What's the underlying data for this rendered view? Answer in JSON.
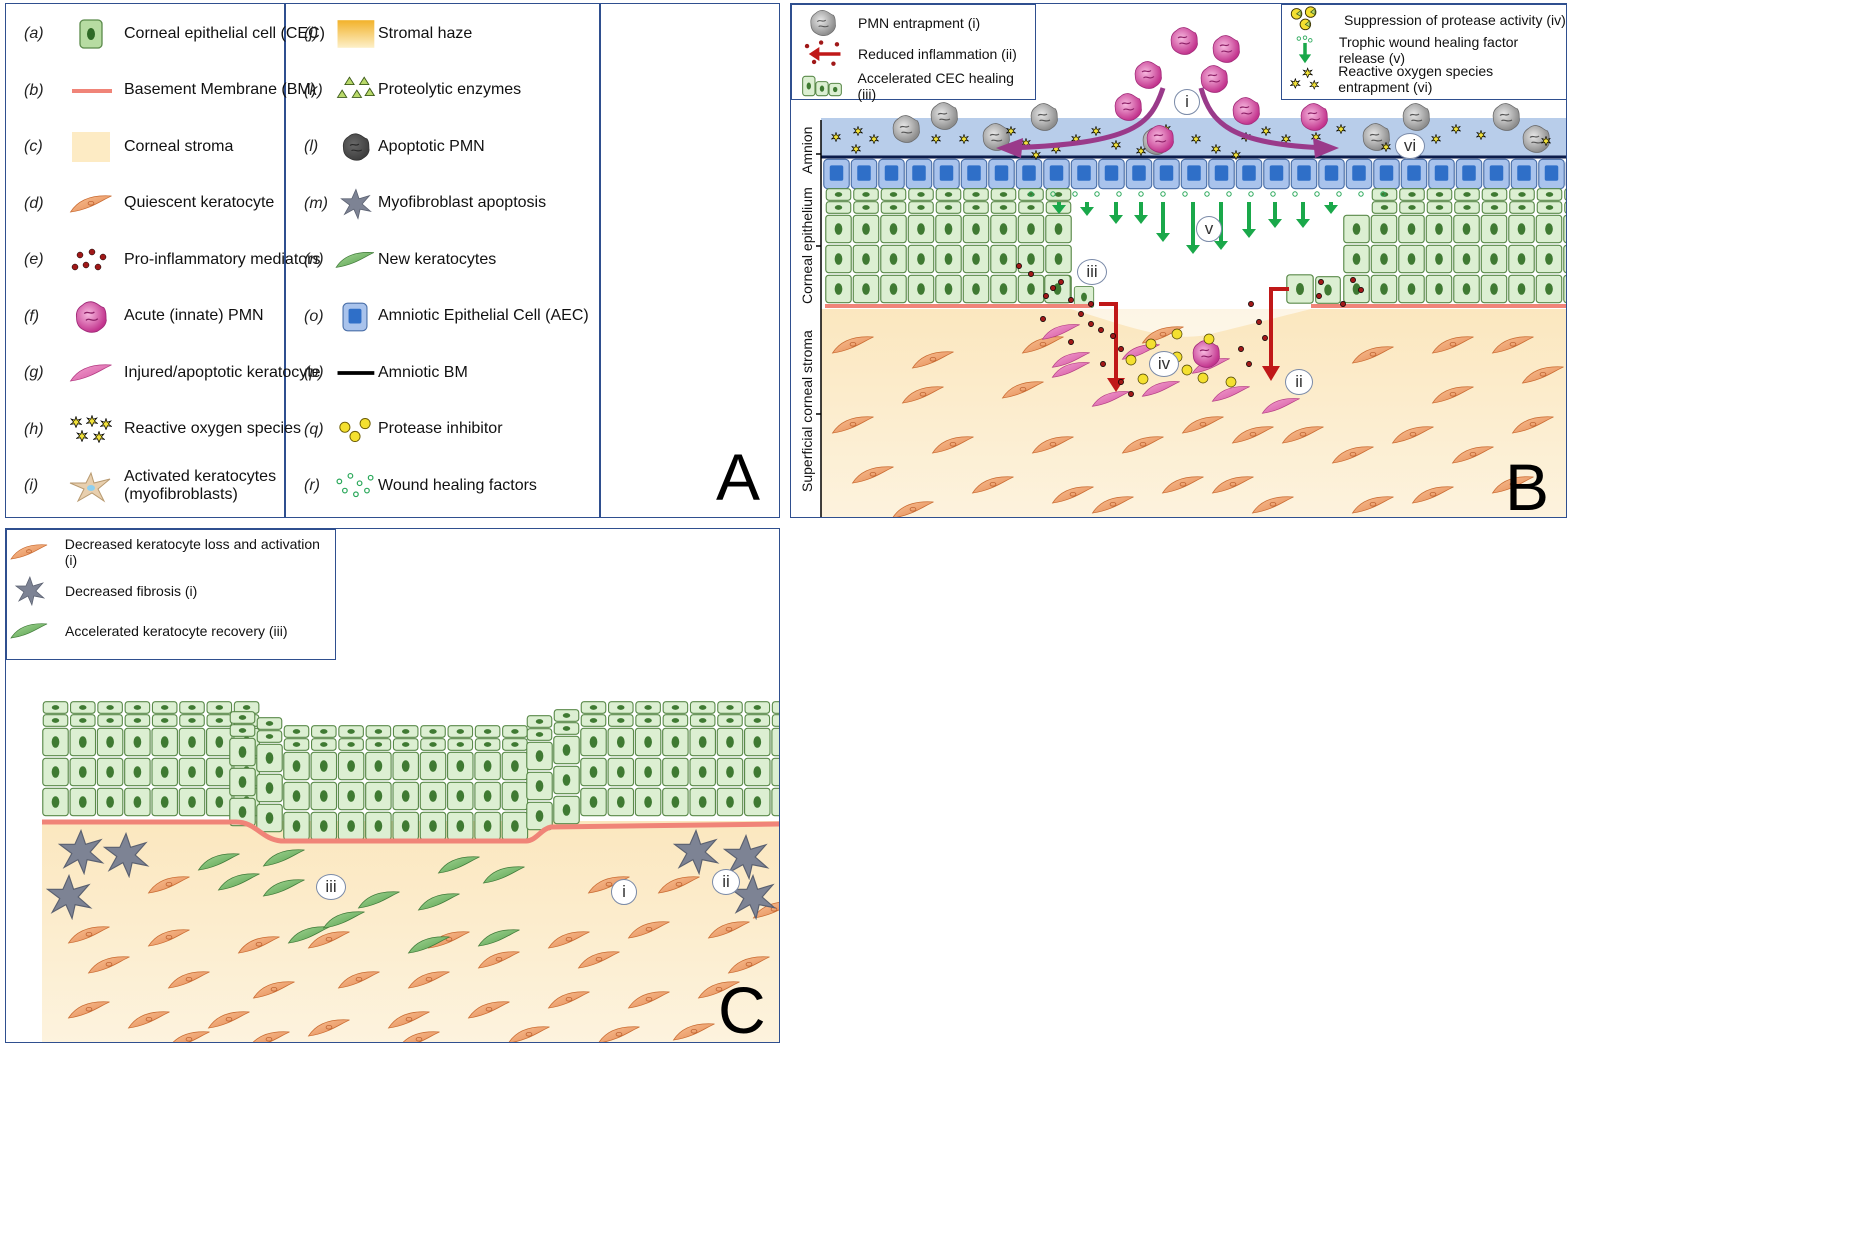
{
  "panel_a": {
    "letter": "A",
    "legend_left": [
      {
        "letter": "(a)",
        "label": "Corneal epithelial cell (CEC)",
        "icon": "cec-icon"
      },
      {
        "letter": "(b)",
        "label": "Basement Membrane (BM)",
        "icon": "bm-line-icon"
      },
      {
        "letter": "(c)",
        "label": "Corneal stroma",
        "icon": "stroma-swatch-icon"
      },
      {
        "letter": "(d)",
        "label": "Quiescent keratocyte",
        "icon": "quiescent-keratocyte-icon"
      },
      {
        "letter": "(e)",
        "label": "Pro-inflammatory mediators",
        "icon": "mediator-dots-icon"
      },
      {
        "letter": "(f)",
        "label": "Acute (innate) PMN",
        "icon": "pmn-icon"
      },
      {
        "letter": "(g)",
        "label": "Injured/apoptotic keratocyte",
        "icon": "injured-keratocyte-icon"
      },
      {
        "letter": "(h)",
        "label": "Reactive oxygen species",
        "icon": "ros-icon"
      },
      {
        "letter": "(i)",
        "label": "Activated keratocytes\n(myofibroblasts)",
        "icon": "activated-keratocyte-icon"
      }
    ],
    "legend_right": [
      {
        "letter": "(j)",
        "label": "Stromal haze",
        "icon": "stromal-haze-icon"
      },
      {
        "letter": "(k)",
        "label": "Proteolytic enzymes",
        "icon": "proteolytic-enzyme-icon"
      },
      {
        "letter": "(l)",
        "label": "Apoptotic PMN",
        "icon": "apoptotic-pmn-icon"
      },
      {
        "letter": "(m)",
        "label": "Myofibroblast apoptosis",
        "icon": "myofibroblast-icon"
      },
      {
        "letter": "(n)",
        "label": "New keratocytes",
        "icon": "new-keratocyte-icon"
      },
      {
        "letter": "(o)",
        "label": "Amniotic Epithelial Cell (AEC)",
        "icon": "aec-icon"
      },
      {
        "letter": "(p)",
        "label": "Amniotic BM",
        "icon": "amniotic-bm-icon"
      },
      {
        "letter": "(q)",
        "label": "Protease inhibitor",
        "icon": "protease-inhibitor-icon"
      },
      {
        "letter": "(r)",
        "label": "Wound healing factors",
        "icon": "wound-factor-icon"
      }
    ]
  },
  "panel_b": {
    "letter": "B",
    "legend_left": [
      {
        "label": "PMN entrapment (i)",
        "icon": "pmn-entrapment-icon"
      },
      {
        "label": "Reduced inflammation (ii)",
        "icon": "reduced-inflammation-icon"
      },
      {
        "label": "Accelerated CEC healing (iii)",
        "icon": "cec-healing-icon"
      }
    ],
    "legend_right": [
      {
        "label": "Suppression of protease activity (iv)",
        "icon": "protease-suppression-icon"
      },
      {
        "label": "Trophic wound healing factor release (v)",
        "icon": "trophic-release-icon"
      },
      {
        "label": "Reactive oxygen species entrapment (vi)",
        "icon": "ros-entrapment-icon"
      }
    ],
    "layer_labels": {
      "amnion": "Amnion",
      "epithelium": "Corneal epithelium",
      "stroma": "Superficial corneal stroma"
    },
    "markers": {
      "i": "i",
      "ii": "ii",
      "iii": "iii",
      "iv": "iv",
      "v": "v",
      "vi": "vi"
    }
  },
  "panel_c": {
    "letter": "C",
    "legend": [
      {
        "label": "Decreased keratocyte loss and activation (i)",
        "icon": "quiescent-keratocyte-icon"
      },
      {
        "label": "Decreased fibrosis (i)",
        "icon": "myofibroblast-icon"
      },
      {
        "label": "Accelerated keratocyte recovery (iii)",
        "icon": "new-keratocyte-icon"
      }
    ],
    "markers": {
      "i": "i",
      "ii": "ii",
      "iii": "iii"
    }
  },
  "colors": {
    "border": "#2f4f8f",
    "cec_fill": "#dcefd2",
    "cec_stroke": "#5a8a4a",
    "nucleus": "#3f7a32",
    "bm": "#f08478",
    "stroma": "#fdf1d8",
    "keratocyte": "#f0a070",
    "injured": "#e070b0",
    "pmn": "#d04aa0",
    "aec": "#3a7ad0",
    "amnion": "#b8cdea",
    "green_arrow": "#1aa84a",
    "red_arrow": "#c01818"
  }
}
